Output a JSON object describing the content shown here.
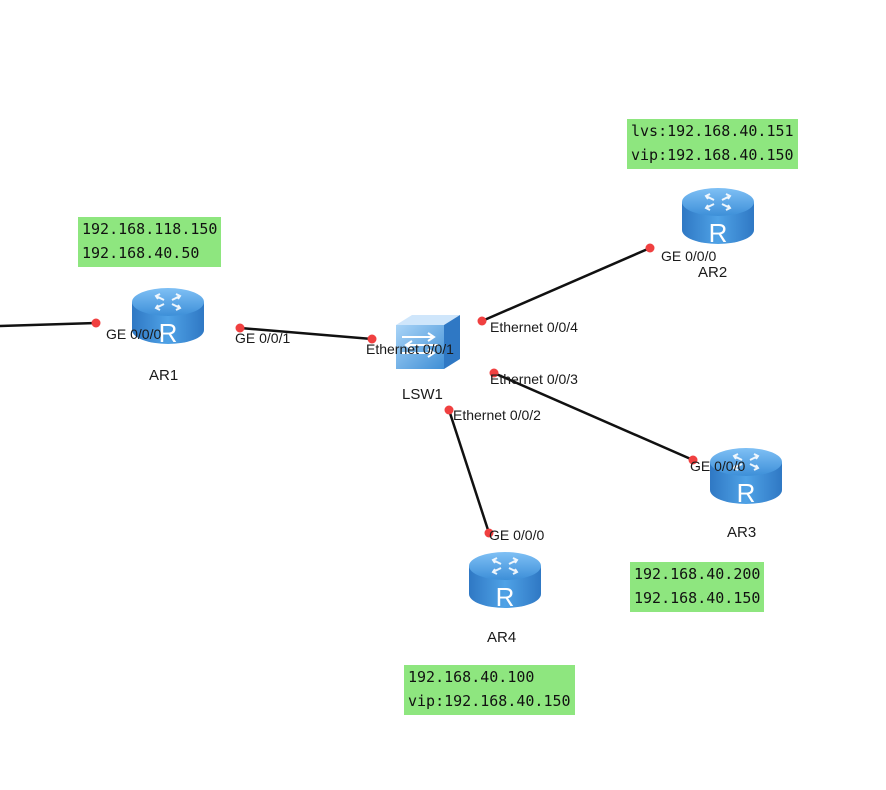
{
  "devices": {
    "ar1": {
      "label": "AR1"
    },
    "ar2": {
      "label": "AR2"
    },
    "ar3": {
      "label": "AR3"
    },
    "ar4": {
      "label": "AR4"
    },
    "lsw1": {
      "label": "LSW1"
    }
  },
  "ports": {
    "ar1_g0": "GE 0/0/0",
    "ar1_g1": "GE 0/0/1",
    "lsw1_e1": "Ethernet 0/0/1",
    "lsw1_e2": "Ethernet 0/0/2",
    "lsw1_e3": "Ethernet 0/0/3",
    "lsw1_e4": "Ethernet 0/0/4",
    "ar2_g0": "GE 0/0/0",
    "ar3_g0": "GE 0/0/0",
    "ar4_g0": "GE 0/0/0"
  },
  "notes": {
    "ar1": [
      "192.168.118.150",
      "192.168.40.50"
    ],
    "ar2": [
      "lvs:192.168.40.151",
      "vip:192.168.40.150"
    ],
    "ar3": [
      "192.168.40.200",
      "192.168.40.150"
    ],
    "ar4": [
      "192.168.40.100",
      "vip:192.168.40.150"
    ]
  },
  "colors": {
    "note_bg": "#8ee67f",
    "link": "#111111",
    "port_dot": "#f04040",
    "router_body": "#3f8fd6"
  }
}
